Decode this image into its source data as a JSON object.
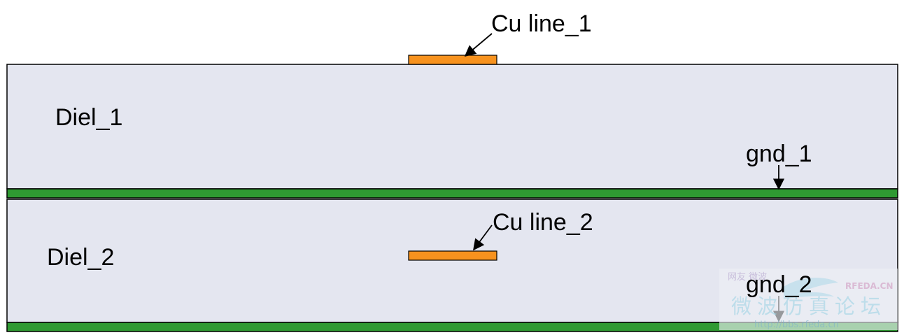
{
  "diagram": {
    "labels": {
      "cu_line_1": "Cu line_1",
      "cu_line_2": "Cu line_2",
      "diel_1": "Diel_1",
      "diel_2": "Diel_2",
      "gnd_1": "gnd_1",
      "gnd_2": "gnd_2"
    },
    "colors": {
      "dielectric": "#e4e6f0",
      "copper": "#f7921e",
      "ground": "#2f9a32",
      "outline": "#000000"
    }
  },
  "watermark": {
    "top_text": "网友 微波",
    "brand": "RFEDA.CN",
    "chinese": "微波仿真论坛",
    "url": "http://bbs.rfeda.cn"
  }
}
